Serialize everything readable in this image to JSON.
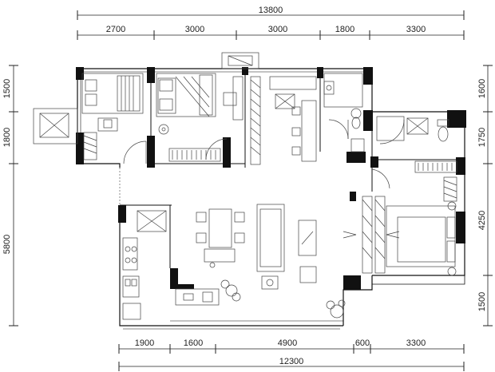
{
  "drawing": {
    "top": {
      "total": "13800",
      "segments": [
        "2700",
        "3000",
        "3000",
        "1800",
        "3300"
      ]
    },
    "bottom": {
      "total": "12300",
      "segments": [
        "1900",
        "1600",
        "4900",
        "600",
        "3300"
      ]
    },
    "left": {
      "segments": [
        "1500",
        "1800",
        "5800"
      ]
    },
    "right": {
      "segments": [
        "1600",
        "1750",
        "4250",
        "1500"
      ]
    }
  },
  "colors": {
    "ink": "#222222",
    "wall": "#111111",
    "paper": "#ffffff"
  },
  "icons": [
    "bed-icon",
    "sofa-icon",
    "dining-table-icon",
    "toilet-icon",
    "sink-icon",
    "stove-icon",
    "plant-icon",
    "wardrobe-icon",
    "door-swing-icon"
  ]
}
